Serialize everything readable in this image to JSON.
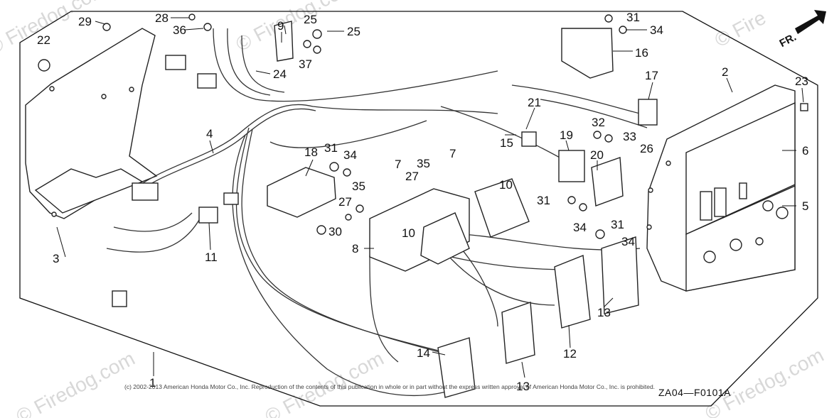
{
  "watermarks": [
    "© Firedog.com",
    "© Firedog.com",
    "© Firedog.com",
    "© Firedog.com",
    "© Firedog.com",
    "© Fire"
  ],
  "direction_label": "FR.",
  "copyright": "(c) 2002-2013 American Honda Motor Co., Inc. Reproduction of the contents of this publication in whole or in part without the express written approval of American Honda Motor Co., Inc. is prohibited.",
  "figure_code": "ZA04—F0101A",
  "callouts": [
    "1",
    "2",
    "3",
    "4",
    "5",
    "6",
    "7",
    "7",
    "8",
    "9",
    "10",
    "10",
    "11",
    "12",
    "13",
    "13",
    "14",
    "15",
    "16",
    "17",
    "18",
    "19",
    "20",
    "21",
    "22",
    "23",
    "24",
    "25",
    "25",
    "26",
    "27",
    "27",
    "28",
    "29",
    "30",
    "31",
    "31",
    "31",
    "31",
    "32",
    "33",
    "34",
    "34",
    "34",
    "34",
    "35",
    "35",
    "36",
    "37"
  ]
}
